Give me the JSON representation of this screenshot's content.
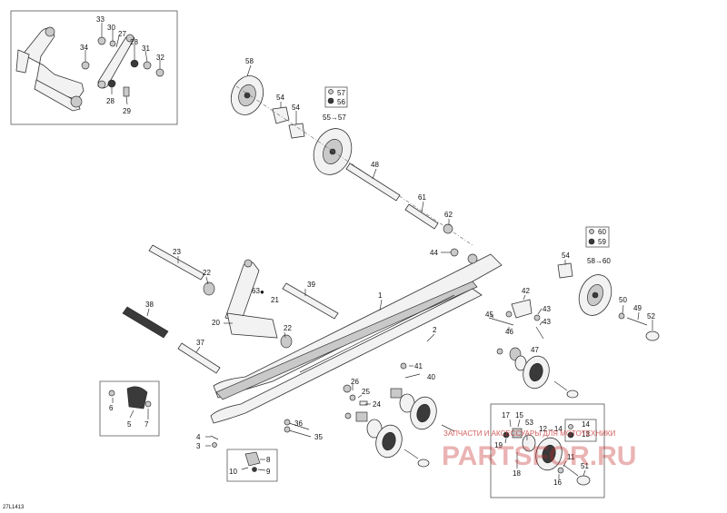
{
  "diagram_code": "27L1413",
  "callouts": {
    "c1": "1",
    "c2": "2",
    "c3": "3",
    "c4": "4",
    "c5": "5",
    "c6": "6",
    "c7": "7",
    "c8": "8",
    "c9": "9",
    "c10": "10",
    "c11": "11",
    "c12": "12→14",
    "c13": "13",
    "c14": "14",
    "c15": "15",
    "c16": "16",
    "c17": "17",
    "c18": "18",
    "c19": "19",
    "c20": "20",
    "c21": "21",
    "c22a": "22",
    "c22b": "22",
    "c23": "23",
    "c24": "24",
    "c25": "25",
    "c26": "26",
    "c27": "27",
    "c28a": "28",
    "c28b": "28",
    "c29": "29",
    "c30": "30",
    "c31": "31",
    "c32": "32",
    "c33": "33",
    "c34": "34",
    "c35": "35",
    "c36": "36",
    "c37": "37",
    "c38": "38",
    "c39": "39",
    "c40": "40",
    "c41": "41",
    "c42": "42",
    "c43": "43",
    "c44": "44",
    "c45": "45",
    "c46": "46",
    "c47": "47",
    "c48": "48",
    "c49": "49",
    "c50": "50",
    "c51": "51",
    "c52": "52",
    "c53": "53",
    "c54a": "54",
    "c54b": "54",
    "c54c": "54",
    "c55": "55→57",
    "c56": "56",
    "c57": "57",
    "c58a": "58",
    "c58b": "58→60",
    "c59": "59",
    "c60": "60",
    "c61": "61",
    "c62": "62",
    "c63": "63"
  },
  "watermark": {
    "line1": "ЗАПЧАСТИ И АКСЕССУАРЫ ДЛЯ МОТОТЕХНИКИ",
    "line2": "PARTSFOR.RU"
  }
}
